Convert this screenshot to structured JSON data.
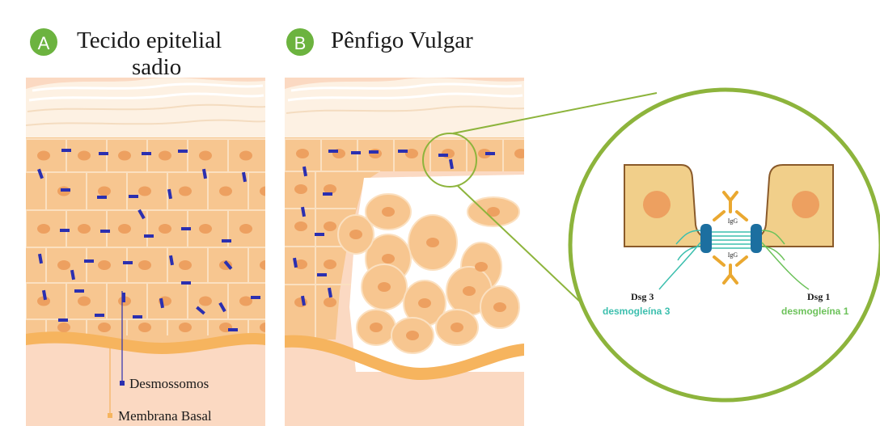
{
  "panel_a": {
    "badge": "A",
    "title_line1": "Tecido epitelial",
    "title_line2": "sadio"
  },
  "panel_b": {
    "badge": "B",
    "title": "Pênfigo Vulgar"
  },
  "legend": {
    "desmosomes": "Desmossomos",
    "basal_membrane": "Membrana Basal"
  },
  "zoom": {
    "igg_top": "IgG",
    "igg_bottom": "IgG",
    "dsg3_short": "Dsg 3",
    "dsg3_long": "desmogleína 3",
    "dsg1_short": "Dsg 1",
    "dsg1_long": "desmogleína 1"
  },
  "colors": {
    "badge_green": "#6cb33f",
    "zoom_ring": "#8db43c",
    "cell_fill": "#f7c690",
    "cell_stroke": "#fbe0c0",
    "nucleus": "#eda060",
    "basal_layer": "#f6b45e",
    "dermis": "#fbd9c2",
    "desmosome": "#2b2fb0",
    "dsg3": "#3cbfae",
    "dsg1": "#6cc25a",
    "igg": "#eaa830",
    "cadherin_block": "#1c6fa0"
  }
}
